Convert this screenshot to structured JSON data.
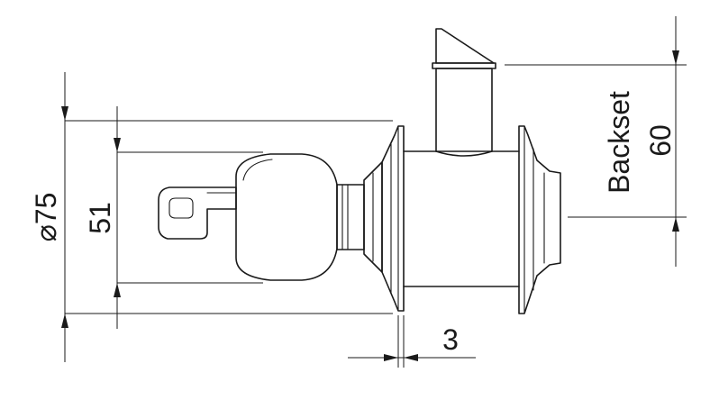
{
  "drawing": {
    "dimensions": {
      "diameter_symbol": "⌀",
      "diameter_value": "75",
      "height_value": "51",
      "thickness_value": "3",
      "backset_label": "Backset",
      "backset_value": "60"
    },
    "colors": {
      "line": "#1a1a1a",
      "background": "#ffffff"
    }
  }
}
